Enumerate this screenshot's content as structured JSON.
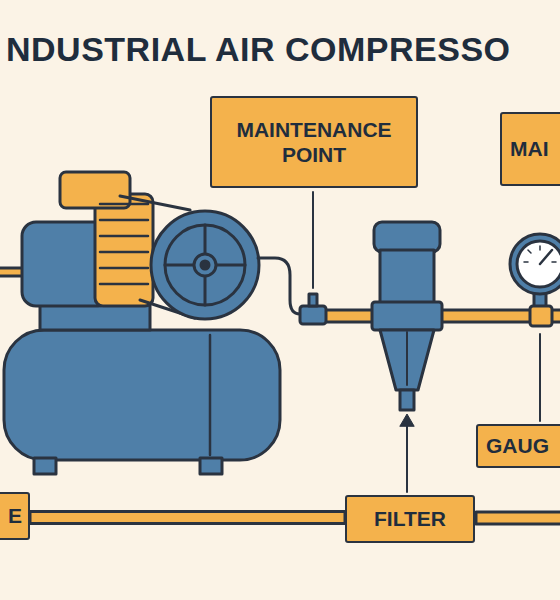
{
  "diagram": {
    "title": "NDUSTRIAL AIR COMPRESSO",
    "nodes": [
      {
        "text": [
          "MAINTENANCE POINT"
        ]
      },
      {
        "text": [
          "MAI"
        ]
      },
      {
        "text": [
          "GAUG"
        ]
      },
      {
        "text": [
          "E"
        ]
      },
      {
        "text": [
          "FILTER"
        ]
      }
    ],
    "edges": [
      {
        "from": 3,
        "to": 4,
        "arrow": "none"
      }
    ]
  }
}
